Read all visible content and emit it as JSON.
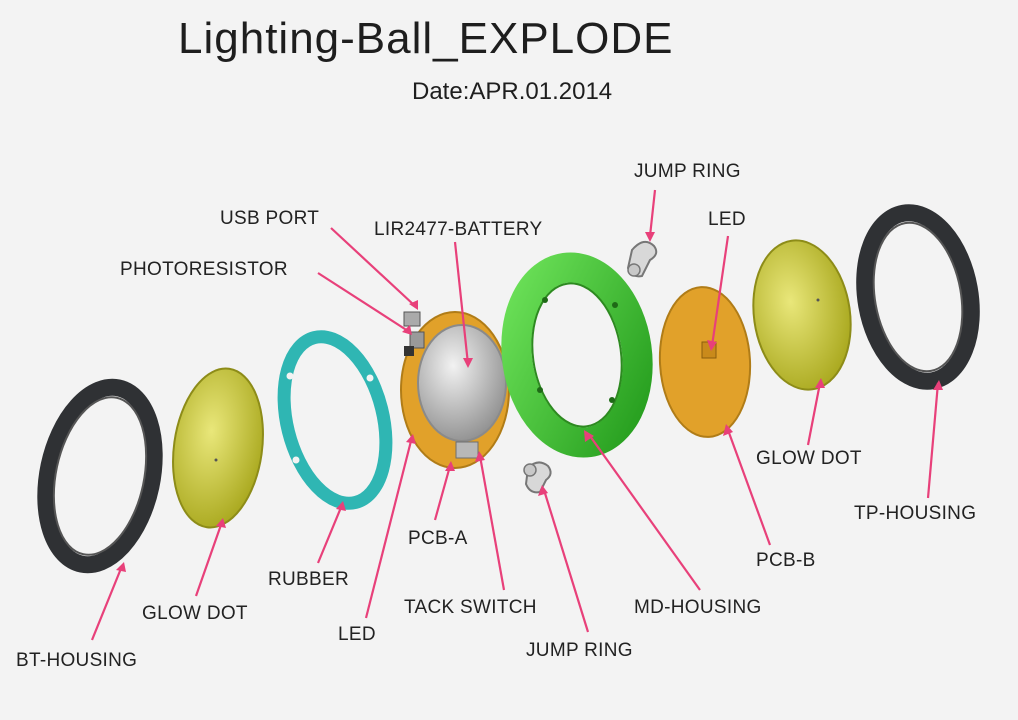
{
  "title": "Lighting-Ball_EXPLODE",
  "date": "Date:APR.01.2014",
  "labels": {
    "jump_ring_top": "JUMP RING",
    "usb_port": "USB PORT",
    "battery": "LIR2477-BATTERY",
    "led_top": "LED",
    "photoresistor": "PHOTORESISTOR",
    "glow_dot_right": "GLOW DOT",
    "tp_housing": "TP-HOUSING",
    "pcb_a": "PCB-A",
    "pcb_b": "PCB-B",
    "rubber": "RUBBER",
    "tack_switch": "TACK SWITCH",
    "md_housing": "MD-HOUSING",
    "glow_dot_left": "GLOW DOT",
    "led_bottom": "LED",
    "jump_ring_bottom": "JUMP RING",
    "bt_housing": "BT-HOUSING"
  },
  "colors": {
    "leader": "#e8407a",
    "housing": "#2f3134",
    "glow_dot": "#d4d43a",
    "rubber": "#2fb6b3",
    "pcb": "#e1a12a",
    "md_housing": "#43d23a",
    "battery": "#b9b9b9"
  }
}
